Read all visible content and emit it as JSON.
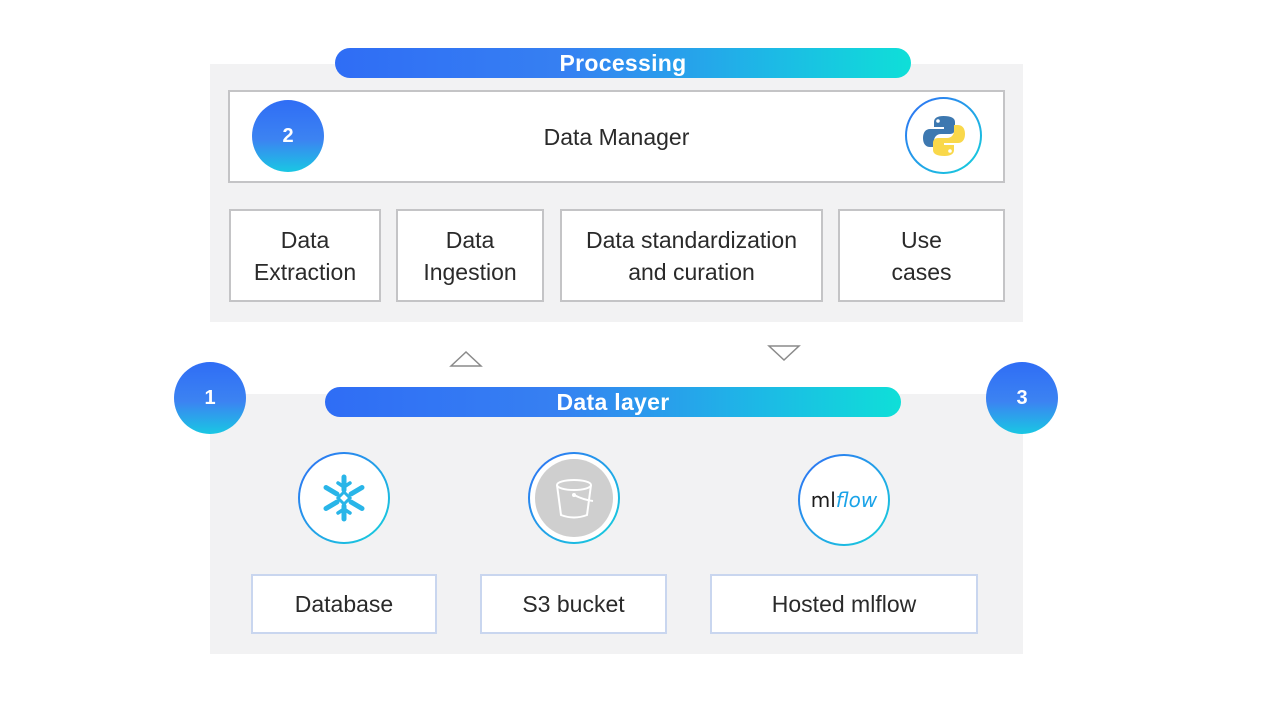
{
  "processing": {
    "title": "Processing",
    "badge": "2",
    "manager_label": "Data Manager",
    "manager_icon": "python-icon",
    "steps": [
      {
        "line1": "Data",
        "line2": "Extraction"
      },
      {
        "line1": "Data",
        "line2": "Ingestion"
      },
      {
        "line1": "Data standardization",
        "line2": "and curation"
      },
      {
        "line1": "Use",
        "line2": "cases"
      }
    ]
  },
  "data_layer": {
    "title": "Data layer",
    "badge_left": "1",
    "badge_right": "3",
    "items": [
      {
        "label": "Database",
        "icon": "snowflake-icon"
      },
      {
        "label": "S3 bucket",
        "icon": "bucket-icon"
      },
      {
        "label": "Hosted mlflow",
        "icon": "mlflow-icon",
        "logo_ml": "ml",
        "logo_flow": "flow"
      }
    ]
  },
  "colors": {
    "gradient_start": "#2f6df5",
    "gradient_end": "#0fdfd8",
    "panel": "#f2f2f3",
    "python_blue": "#3d78b0",
    "python_yellow": "#f9d84a",
    "snowflake": "#29b5e8"
  }
}
